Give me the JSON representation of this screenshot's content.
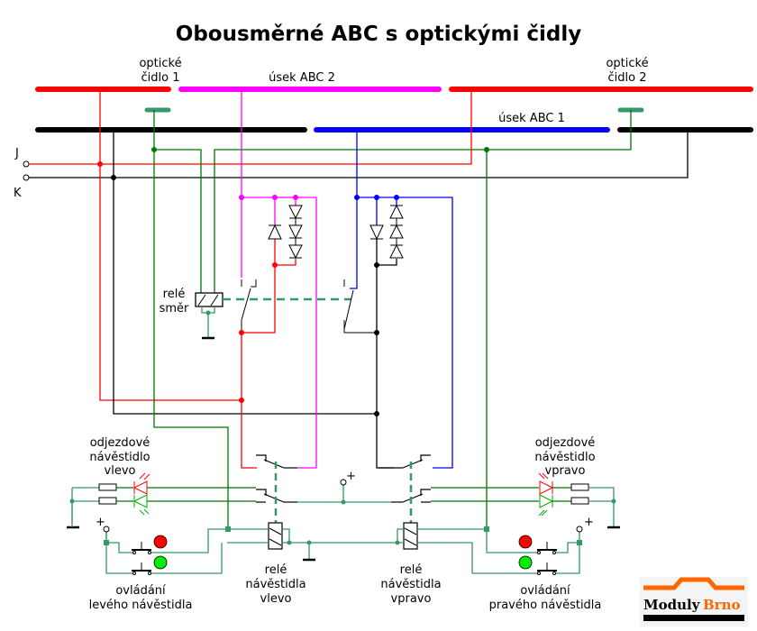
{
  "title": "Obousměrné ABC s optickými čidly",
  "colors": {
    "red": "#ff0000",
    "magenta": "#ff00ff",
    "blue": "#0000ff",
    "black": "#000000",
    "green": "#007700",
    "seagreen": "#339966",
    "lamp_red": "#ff0000",
    "lamp_green": "#00ee00",
    "logo_orange": "#ff6600"
  },
  "labels": {
    "sensor1": [
      "optické",
      "čidlo 1"
    ],
    "sensor2": [
      "optické",
      "čidlo 2"
    ],
    "section2": "úsek ABC 2",
    "section1": "úsek ABC 1",
    "terminal_j": "J",
    "terminal_k": "K",
    "relay_direction": [
      "relé",
      "směr"
    ],
    "signal_left": [
      "odjezdové",
      "návěstidlo",
      "vlevo"
    ],
    "signal_right": [
      "odjezdové",
      "návěstidlo",
      "vpravo"
    ],
    "relay_signal_left": [
      "relé",
      "návěstidla",
      "vlevo"
    ],
    "relay_signal_right": [
      "relé",
      "návěstidla",
      "vpravo"
    ],
    "control_left": [
      "ovládání",
      "levého návěstidla"
    ],
    "control_right": [
      "ovládání",
      "pravého návěstidla"
    ],
    "plus": "+"
  },
  "logo": {
    "part1": "Moduly",
    "part2": "Brno"
  }
}
